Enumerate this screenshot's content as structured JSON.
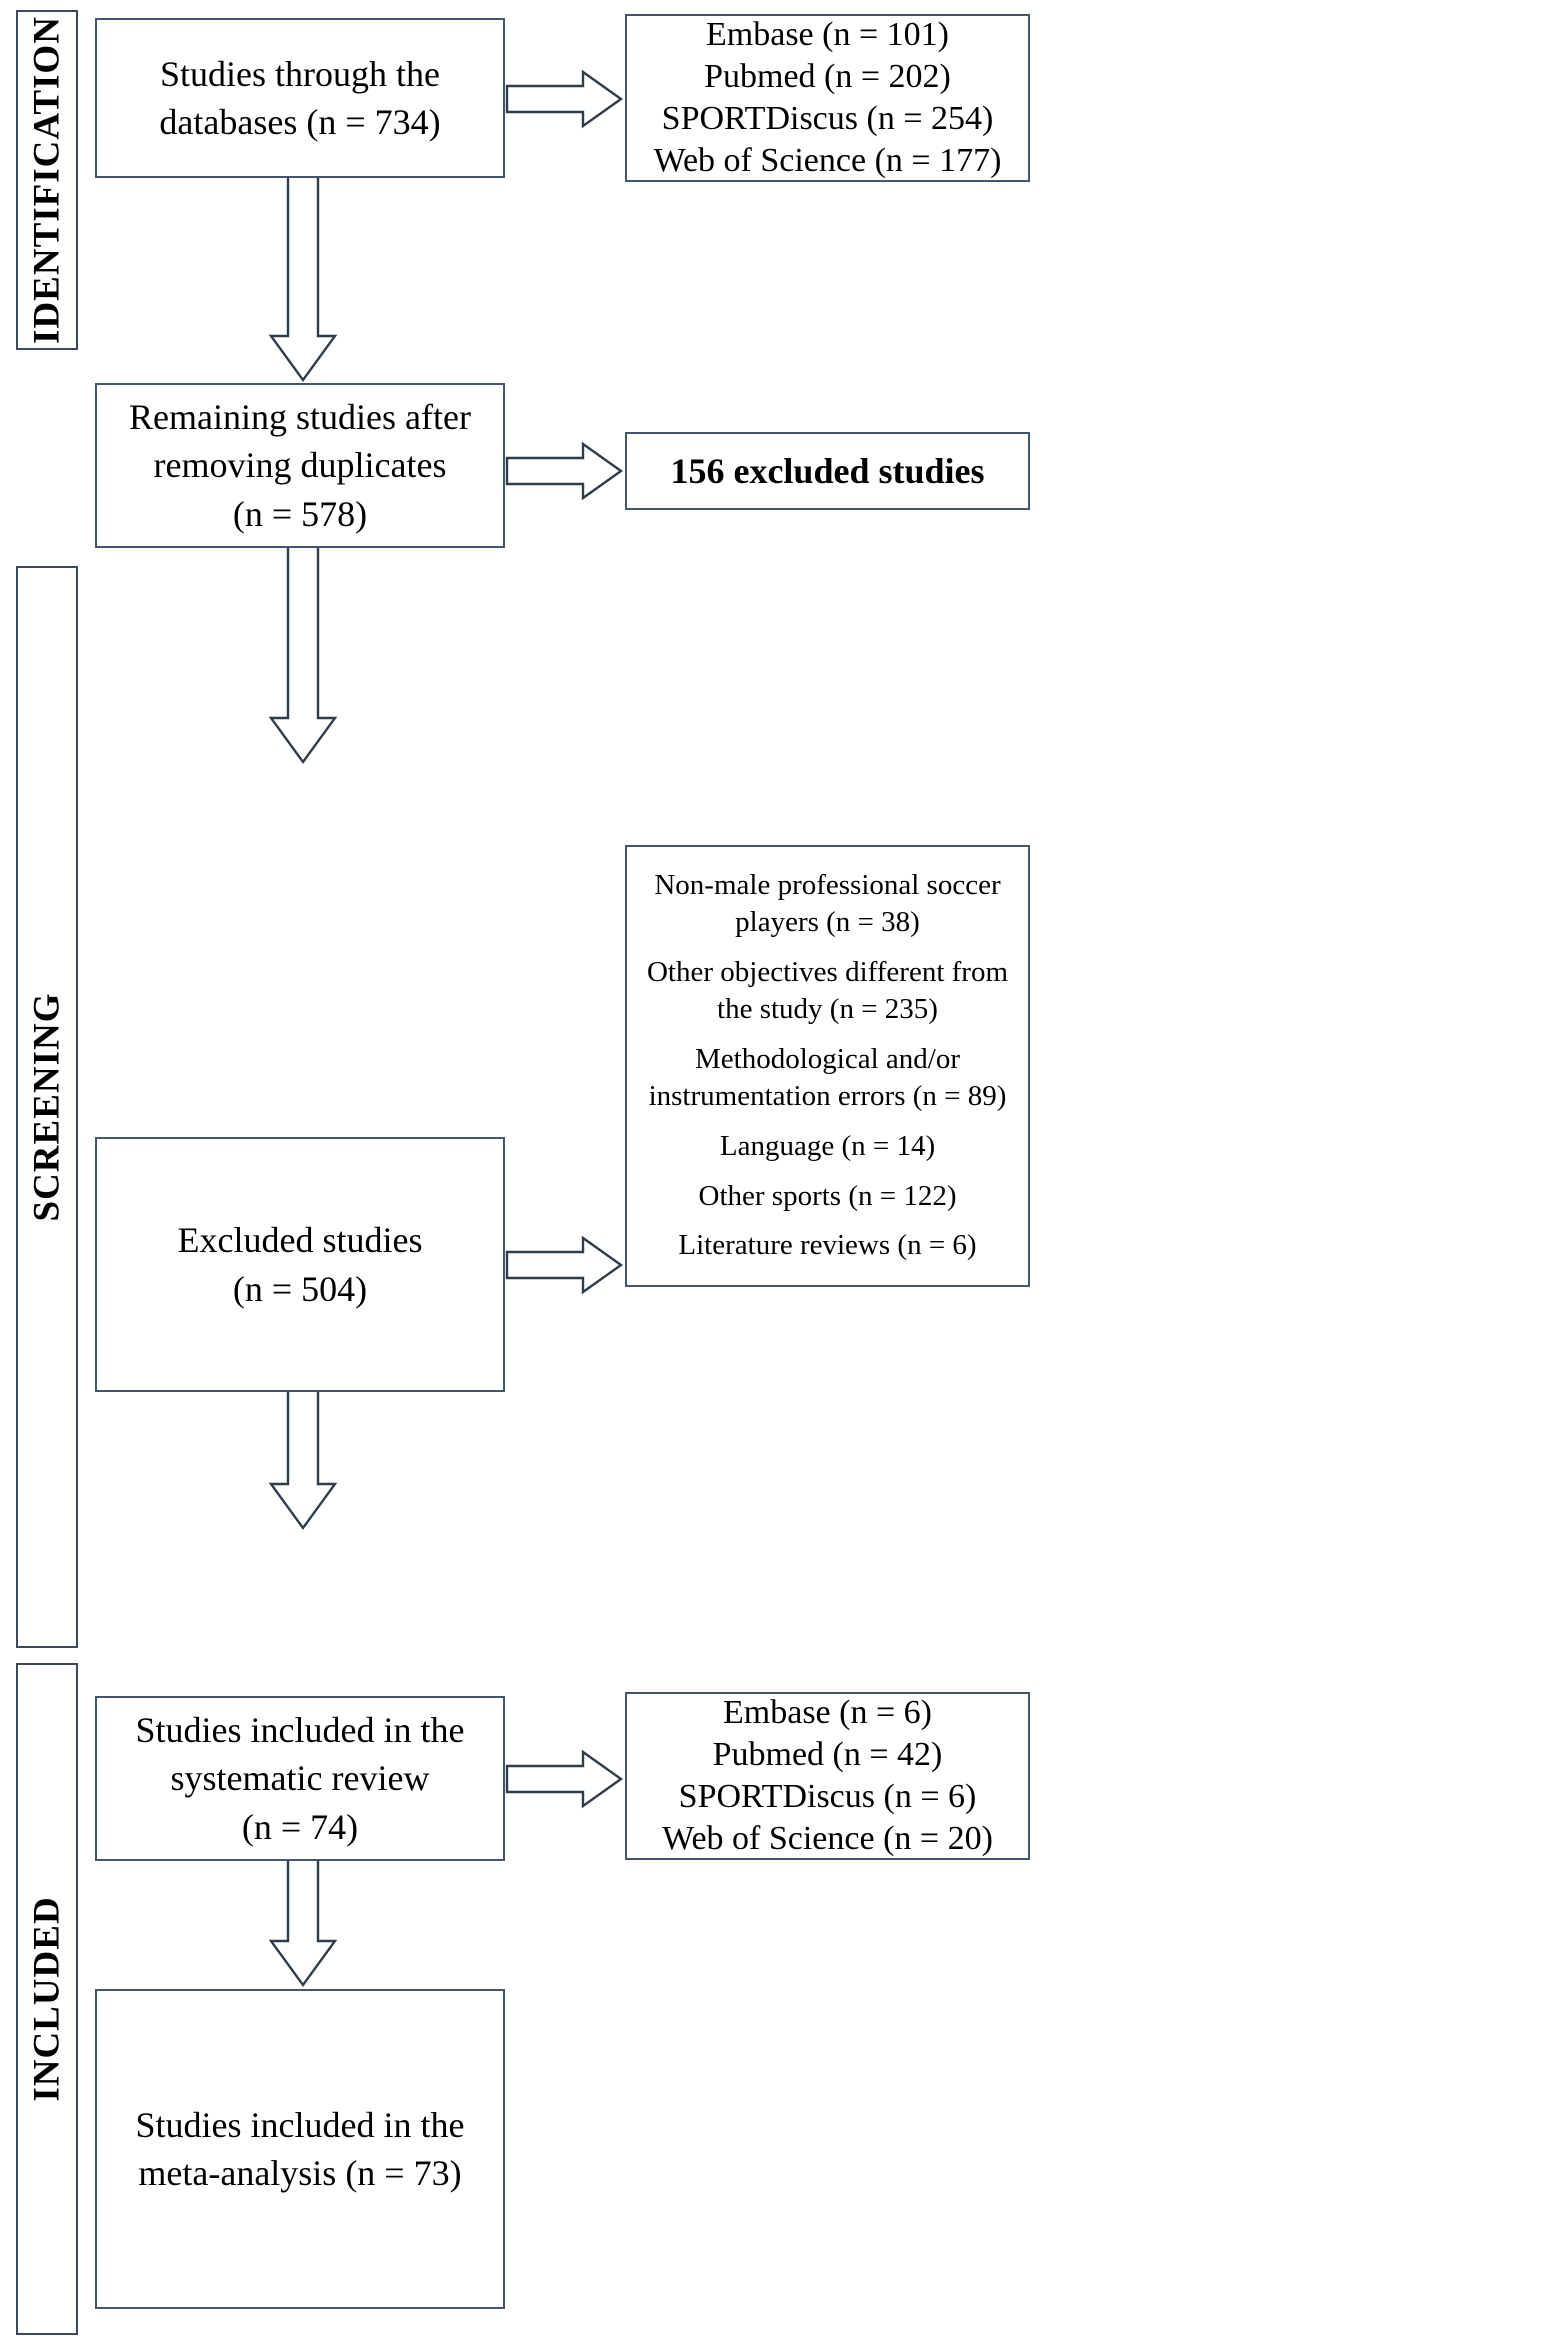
{
  "diagram": {
    "title": "PRISMA study selection flow diagram",
    "stages": [
      {
        "id": "identification",
        "label": "IDENTIFICATION"
      },
      {
        "id": "screening",
        "label": "SCREENING"
      },
      {
        "id": "included",
        "label": "INCLUDED"
      }
    ],
    "boxes": {
      "records_identified": {
        "lines": [
          "Studies through the",
          "databases (n = 734)"
        ]
      },
      "databases_identified": {
        "lines": [
          "Embase (n = 101)",
          "Pubmed (n = 202)",
          "SPORTDiscus  (n = 254)",
          "Web of Science (n = 177)"
        ]
      },
      "after_duplicates": {
        "lines": [
          "Remaining studies after",
          "removing duplicates",
          "(n = 578)"
        ]
      },
      "excluded_duplicates": {
        "lines": [
          "156 excluded studies"
        ]
      },
      "excluded_studies": {
        "lines": [
          "Excluded studies",
          "(n = 504)"
        ]
      },
      "exclusion_reasons": {
        "items": [
          "Non-male professional soccer players (n = 38)",
          "Other objectives different from the study (n = 235)",
          "Methodological and/or instrumentation  errors (n = 89)",
          "Language (n = 14)",
          "Other sports (n = 122)",
          "Literature  reviews (n = 6)"
        ]
      },
      "included_systematic": {
        "lines": [
          "Studies included in the",
          "systematic review",
          "(n = 74)"
        ]
      },
      "databases_included": {
        "lines": [
          "Embase (n = 6)",
          "Pubmed (n = 42)",
          "SPORTDiscus  (n = 6)",
          "Web of Science (n = 20)"
        ]
      },
      "included_meta": {
        "lines": [
          "Studies included in the",
          "meta-analysis (n = 73)"
        ]
      }
    },
    "colors": {
      "border": "#44566b",
      "stage_border": "#3c4a5a",
      "arrow_stroke": "#2f3c4a",
      "background": "#ffffff",
      "text": "#000000"
    },
    "chart_data": {
      "type": "flowchart",
      "nodes": [
        {
          "id": "records_identified",
          "stage": "IDENTIFICATION",
          "n": 734
        },
        {
          "id": "after_duplicates",
          "stage": "SCREENING",
          "n": 578
        },
        {
          "id": "excluded_duplicates",
          "stage": "SCREENING",
          "n": 156
        },
        {
          "id": "excluded_studies",
          "stage": "SCREENING",
          "n": 504
        },
        {
          "id": "included_systematic",
          "stage": "INCLUDED",
          "n": 74
        },
        {
          "id": "included_meta",
          "stage": "INCLUDED",
          "n": 73
        }
      ],
      "sources_identified": [
        {
          "name": "Embase",
          "n": 101
        },
        {
          "name": "Pubmed",
          "n": 202
        },
        {
          "name": "SPORTDiscus",
          "n": 254
        },
        {
          "name": "Web of Science",
          "n": 177
        }
      ],
      "sources_included": [
        {
          "name": "Embase",
          "n": 6
        },
        {
          "name": "Pubmed",
          "n": 42
        },
        {
          "name": "SPORTDiscus",
          "n": 6
        },
        {
          "name": "Web of Science",
          "n": 20
        }
      ],
      "exclusion_reasons": [
        {
          "reason": "Non-male professional soccer players",
          "n": 38
        },
        {
          "reason": "Other objectives different from the study",
          "n": 235
        },
        {
          "reason": "Methodological and/or instrumentation errors",
          "n": 89
        },
        {
          "reason": "Language",
          "n": 14
        },
        {
          "reason": "Other sports",
          "n": 122
        },
        {
          "reason": "Literature reviews",
          "n": 6
        }
      ]
    }
  }
}
